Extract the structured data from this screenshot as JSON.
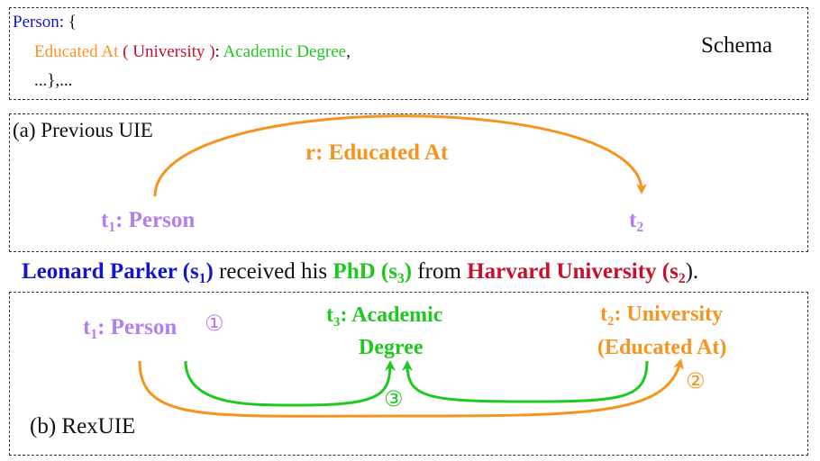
{
  "colors": {
    "blue": "#1515c8",
    "orange": "#f5941e",
    "red": "#c8102e",
    "green": "#1ec81e",
    "purple": "#b27ff0",
    "black": "#111111"
  },
  "schema": {
    "line1": {
      "entity": "Person",
      "rest": ": {"
    },
    "line2": {
      "relation": "Educated At",
      "open_paren": " ( ",
      "type": "University",
      "close_paren": " )",
      "colon": ": ",
      "attribute": "Academic Degree",
      "comma": ","
    },
    "line3": "...},...",
    "label": "Schema"
  },
  "previous": {
    "label": "(a) Previous UIE",
    "relation_label": "r: Educated At",
    "t1": {
      "t": "t",
      "sub": "1",
      "rest": ": Person"
    },
    "t2": {
      "t": "t",
      "sub": "2"
    }
  },
  "sentence": {
    "s1_text": "Leonard Parker (s",
    "s1_sub": "1",
    "s1_close": ")",
    "mid1": " received his ",
    "s3_text": "PhD (s",
    "s3_sub": "3",
    "s3_close": ")",
    "mid2": " from ",
    "s2_text": "Harvard University (s",
    "s2_sub": "2",
    "s2_close": ").",
    "end": ""
  },
  "rexuie": {
    "label": "(b) RexUIE",
    "t1": {
      "t": "t",
      "sub": "1",
      "rest": ": Person"
    },
    "t3": {
      "t": "t",
      "sub": "3",
      "rest": ": Academic",
      "line2": "Degree"
    },
    "t2": {
      "t": "t",
      "sub": "2",
      "rest": ": University",
      "line2": "(Educated At)"
    },
    "circle1": "①",
    "circle2": "②",
    "circle3": "③"
  }
}
